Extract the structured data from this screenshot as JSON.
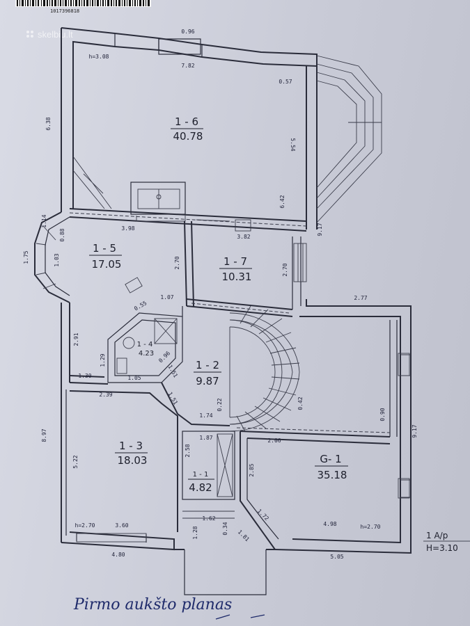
{
  "header": {
    "barcode_number": "1017396818",
    "watermark": "skelbiu.lt"
  },
  "rooms": [
    {
      "id": "1 - 6",
      "area": "40.78"
    },
    {
      "id": "1 - 5",
      "area": "17.05"
    },
    {
      "id": "1 - 7",
      "area": "10.31"
    },
    {
      "id": "1 - 4",
      "area": "4.23"
    },
    {
      "id": "1 - 2",
      "area": "9.87"
    },
    {
      "id": "1 - 3",
      "area": "18.03"
    },
    {
      "id": "1 - 1",
      "area": "4.82"
    },
    {
      "id": "G- 1",
      "area": "35.18"
    }
  ],
  "dimensions": {
    "d0_96": "0.96",
    "d7_82": "7.82",
    "d3_08": "h=3.08",
    "d0_57": "0.57",
    "d5_54": "5.54",
    "d6_38": "6.38",
    "d6_42": "6.42",
    "d3_98": "3.98",
    "d3_82": "3.82",
    "d9_17a": "9.17",
    "d2_70a": "2.70",
    "d2_70b": "2.70",
    "d1_07": "1.07",
    "d0_55": "0.55",
    "d2_77": "2.77",
    "d1_75": "1.75",
    "d2_91": "2.91",
    "d1_30": "1.30",
    "d1_29": "1.29",
    "d1_03": "1.03",
    "d1_05": "1.05",
    "d1_51a": "1.51",
    "d0_96b": "0.96",
    "d2_39": "2.39",
    "d1_51b": "1.51",
    "d1_74": "1.74",
    "d0_22": "0.22",
    "d0_42": "0.42",
    "d0_90": "0.90",
    "d8_97": "8.97",
    "d9_17b": "9.17",
    "d1_87": "1.87",
    "d2_06": "2.06",
    "d5_22": "5.22",
    "d2_58": "2.58",
    "d2_85": "2.85",
    "d1_72": "1.72",
    "d3_60": "3.60",
    "d2_70c": "h=2.70",
    "d4_98": "4.98",
    "d2_70d": "h=2.70",
    "d1_62": "1.62",
    "d1_28": "1.28",
    "d0_34": "0.34",
    "d1_81": "1.81",
    "d4_80": "4.80",
    "d5_05": "5.05",
    "d1_14": "1.14",
    "d0_88": "0.88"
  },
  "legend": {
    "line1": "1 A/p",
    "line2": "H=3.10"
  },
  "handwritten_caption": "Pirmo aukšto planas"
}
